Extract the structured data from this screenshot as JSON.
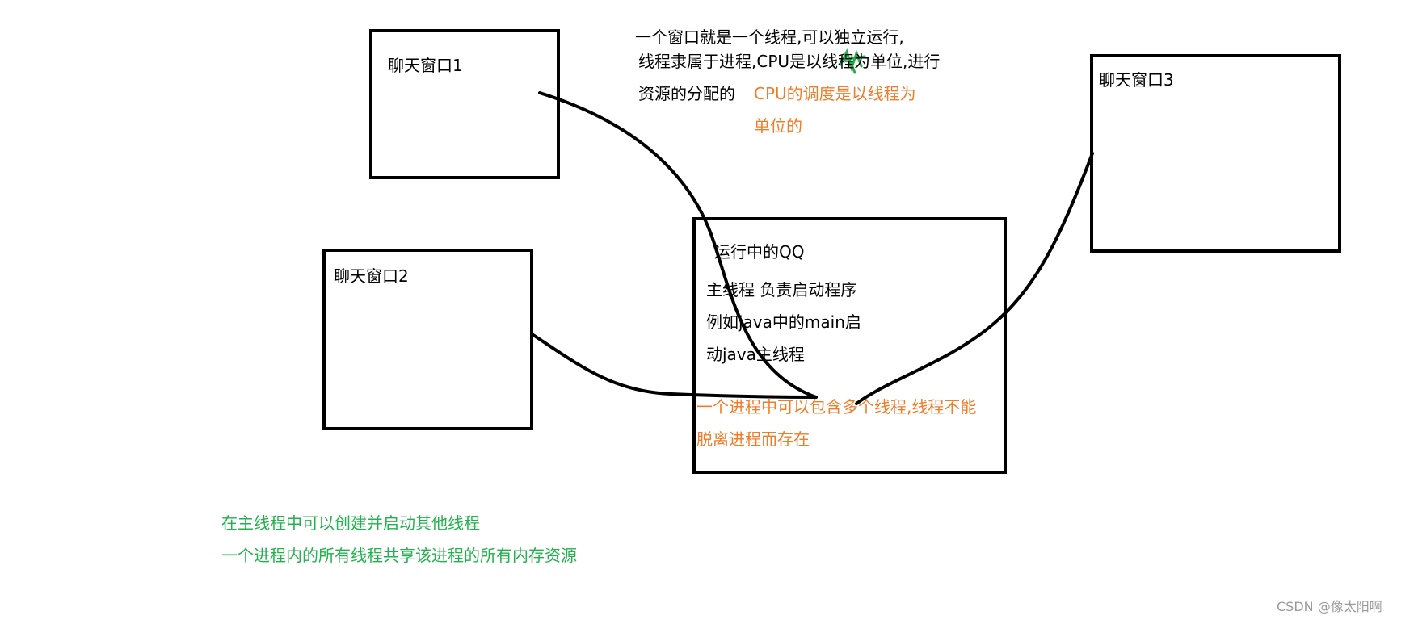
{
  "boxes": {
    "chat1": "聊天窗口1",
    "chat2": "聊天窗口2",
    "chat3": "聊天窗口3",
    "qq_title": "运行中的QQ"
  },
  "qq_box": {
    "line1": "主线程 负责启动程序",
    "line2": "例如java中的main启",
    "line3": "动java主线程",
    "orange1": "一个进程中可以包含多个线程,线程不能",
    "orange2": "脱离进程而存在"
  },
  "top_note": {
    "line1": "一个窗口就是一个线程,可以独立运行,",
    "line2": "线程隶属于进程,CPU是以线程为单位,进行",
    "line3": "资源的分配的",
    "orange1": "CPU的调度是以线程为",
    "orange2": "单位的"
  },
  "bottom_note": {
    "line1": "在主线程中可以创建并启动其他线程",
    "line2": "一个进程内的所有线程共享该进程的所有内存资源"
  },
  "watermark": "CSDN @像太阳啊",
  "colors": {
    "orange": "#f07c2a",
    "green": "#22b14c",
    "stroke": "#000000"
  }
}
